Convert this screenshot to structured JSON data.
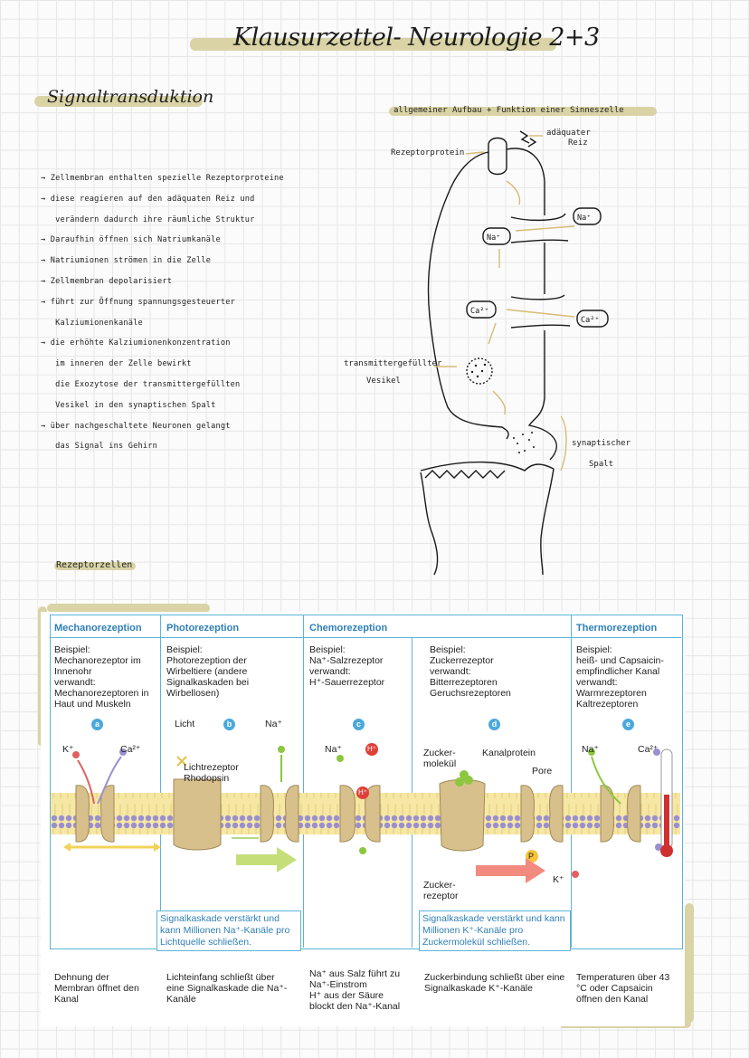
{
  "page": {
    "title": "Klausurzettel- Neurologie 2+3"
  },
  "signal": {
    "heading": "Signaltransduktion",
    "bullets": [
      "→ Zellmembran enthalten spezielle Rezeptorproteine",
      "→ diese reagieren auf den adäquaten Reiz und",
      "   verändern dadurch ihre räumliche Struktur",
      "→ Daraufhin öffnen sich Natriumkanäle",
      "→ Natriumionen strömen in die Zelle",
      "→ Zellmembran depolarisiert",
      "→ führt zur Öffnung spannungsgesteuerter",
      "   Kalziumionenkanäle",
      "→ die erhöhte Kalziumionenkonzentration",
      "   im inneren der Zelle bewirkt",
      "   die Exozytose der transmittergefüllten",
      "   Vesikel in den synaptischen Spalt",
      "→ über nachgeschaltete Neuronen gelangt",
      "   das Signal ins Gehirn"
    ]
  },
  "diagram": {
    "heading": "allgemeiner Aufbau + Funktion einer Sinneszelle",
    "adequate_1": "adäquater",
    "adequate_2": "Reiz",
    "receptor_protein": "Rezeptorprotein",
    "na_in": "Na⁺",
    "na_out": "Na⁺",
    "ca_in": "Ca²⁺",
    "ca_out": "Ca²⁺",
    "vesicle_1": "transmittergefüllter",
    "vesicle_2": "Vesikel",
    "synapse_1": "synaptischer",
    "synapse_2": "Spalt"
  },
  "receptor_cells": {
    "heading": "Rezeptorzellen"
  },
  "figure": {
    "headers": {
      "mechano": "Mechanorezeption",
      "photo": "Photorezeption",
      "chemo": "Chemorezeption",
      "thermo": "Thermorezeption"
    },
    "examples": {
      "a": "Beispiel:\nMechanorezeptor im Innenohr\nverwandt:\nMechanorezeptoren in Haut und Muskeln",
      "b": "Beispiel:\nPhotorezeption der Wirbeltiere (andere Signalkaskaden bei Wirbellosen)",
      "c": "Beispiel:\nNa⁺-Salzrezeptor\nverwandt:\nH⁺-Sauerrezeptor",
      "d": "Beispiel:\nZuckerrezeptor\nverwandt:\nBitterrezeptoren\nGeruchsrezeptoren",
      "e": "Beispiel:\nheiß- und Capsaicin-empfindlicher Kanal\nverwandt:\nWarmrezeptoren\nKaltrezeptoren"
    },
    "badges": [
      "a",
      "b",
      "c",
      "d",
      "e"
    ],
    "labels": {
      "k_a": "K⁺",
      "ca_a": "Ca²⁺",
      "licht": "Licht",
      "na_b": "Na⁺",
      "lichtrezeptor": "Lichtrezeptor\nRhodopsin",
      "na_c": "Na⁺",
      "h_c": "H⁺",
      "h_c2": "H⁺",
      "zuckermolekuel": "Zucker-\nmolekül",
      "kanalprotein": "Kanalprotein",
      "pore": "Pore",
      "zuckerrezeptor": "Zucker-\nrezeptor",
      "p": "P",
      "k_d": "K⁺",
      "na_e": "Na⁺",
      "ca_e": "Ca²⁺"
    },
    "cascade_b": "Signalkaskade verstärkt und kann Millionen Na⁺-Kanäle pro Lichtquelle schließen.",
    "cascade_d": "Signalkaskade verstärkt und kann Millionen K⁺-Kanäle pro Zuckermolekül schließen.",
    "bottom": {
      "a": "Dehnung der Membran öffnet den Kanal",
      "b": "Lichteinfang schließt über eine Signalkaskade die Na⁺-Kanäle",
      "c": "Na⁺ aus Salz führt zu Na⁺-Einstrom\nH⁺ aus der Säure blockt den Na⁺-Kanal",
      "d": "Zuckerbindung schließt über eine Signalkaskade K⁺-Kanäle",
      "e": "Temperaturen über 43 °C oder Capsaicin öffnen den Kanal"
    }
  },
  "colors": {
    "highlight": "#d9d3a6",
    "figure_blue": "#2f7fb5",
    "frame_blue": "#5bb4d8",
    "membrane": "#f2de8a",
    "channel": "#d7c08c"
  }
}
